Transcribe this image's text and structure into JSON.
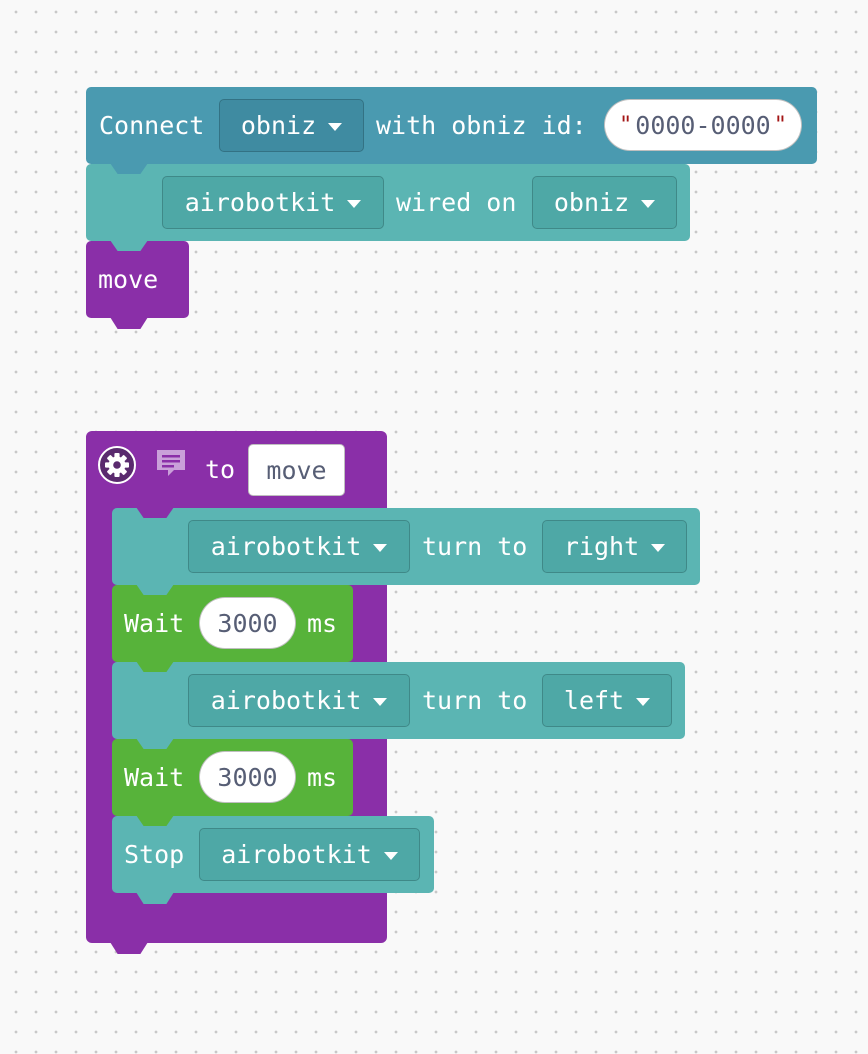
{
  "stack1": {
    "connect": {
      "label": "Connect",
      "dropdown": "obniz",
      "mid_label": "with obniz id:",
      "id_value": "0000-0000",
      "quote_open": "\"",
      "quote_close": "\""
    },
    "wired": {
      "device_dropdown": "airobotkit",
      "mid_label": "wired on",
      "target_dropdown": "obniz"
    },
    "call": {
      "label": "move"
    }
  },
  "function_def": {
    "to_label": "to",
    "name": "move",
    "turn_right": {
      "device_dropdown": "airobotkit",
      "label": "turn to",
      "direction_dropdown": "right"
    },
    "wait1": {
      "label": "Wait",
      "value": "3000",
      "unit": "ms"
    },
    "turn_left": {
      "device_dropdown": "airobotkit",
      "label": "turn to",
      "direction_dropdown": "left"
    },
    "wait2": {
      "label": "Wait",
      "value": "3000",
      "unit": "ms"
    },
    "stop": {
      "label": "Stop",
      "device_dropdown": "airobotkit"
    }
  },
  "colors": {
    "connect": "#4a9ab0",
    "teal": "#5bb5b3",
    "purple": "#8a2fa8",
    "green": "#57b33a"
  },
  "icons": [
    "gear-icon",
    "comment-icon",
    "caret-down-icon"
  ]
}
